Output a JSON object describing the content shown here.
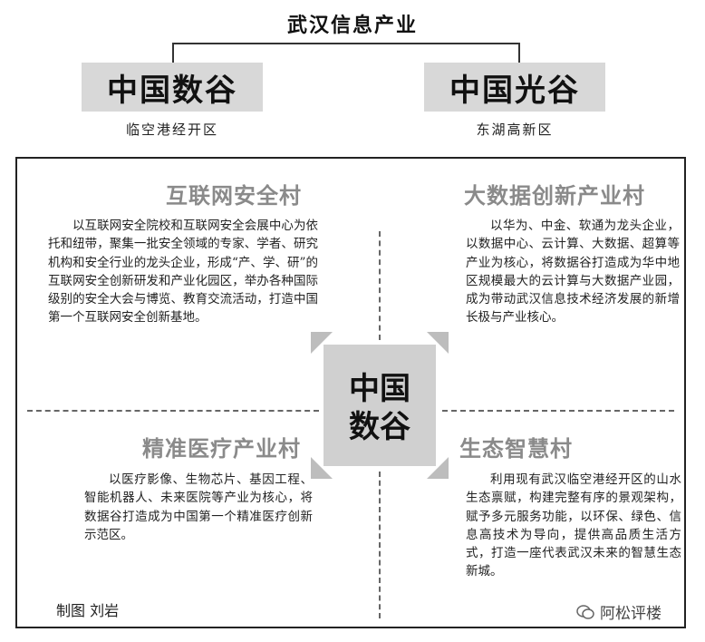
{
  "header": {
    "title": "武汉信息产业"
  },
  "left_box": {
    "label": "中国数谷",
    "location": "临空港经开区"
  },
  "right_box": {
    "label": "中国光谷",
    "location": "东湖高新区"
  },
  "center": {
    "line1": "中国",
    "line2": "数谷"
  },
  "quadrants": [
    {
      "title": "互联网安全村",
      "text": "以互联网安全院校和互联网安全会展中心为依托和纽带，聚集一批安全领域的专家、学者、研究机构和安全行业的龙头企业，形成“产、学、研”的互联网安全创新研发和产业化园区，举办各种国际级别的安全大会与博览、教育交流活动，打造中国第一个互联网安全创新基地。"
    },
    {
      "title": "大数据创新产业村",
      "text": "以华为、中金、软通为龙头企业，以数据中心、云计算、大数据、超算等产业为核心，将数据谷打造成为华中地区规模最大的云计算与大数据产业园，成为带动武汉信息技术经济发展的新增长极与产业核心。"
    },
    {
      "title": "精准医疗产业村",
      "text": "以医疗影像、生物芯片、基因工程、智能机器人、未来医院等产业为核心，将数据谷打造成为中国第一个精准医疗创新示范区。"
    },
    {
      "title": "生态智慧村",
      "text": "利用现有武汉临空港经开区的山水生态禀赋，构建完整有序的景观架构，赋予多元服务功能，以环保、绿色、信息高技术为导向，提供高品质生活方式，打造一座代表武汉未来的智慧生态新城。"
    }
  ],
  "credit": "制图 刘岩",
  "watermark": {
    "icon": "wechat-icon",
    "text": "阿松评楼"
  }
}
